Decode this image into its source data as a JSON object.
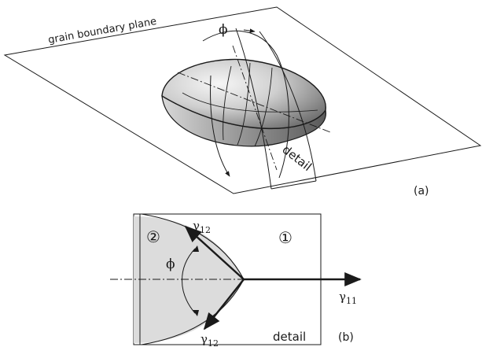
{
  "panel_a": {
    "plane_label": "grain boundary plane",
    "angle_symbol": "ϕ",
    "detail_label": "detail",
    "panel_label": "(a)"
  },
  "panel_b": {
    "grain_2": "②",
    "grain_1": "①",
    "angle_symbol": "ϕ",
    "gamma_12_upper": {
      "symbol": "γ",
      "subscript": "12"
    },
    "gamma_12_lower": {
      "symbol": "γ",
      "subscript": "12"
    },
    "gamma_11": {
      "symbol": "γ",
      "subscript": "11"
    },
    "detail_label": "detail",
    "panel_label": "(b)"
  },
  "colors": {
    "ink": "#1a1a1a",
    "grain_fill": "#dcdcdc",
    "lens_light": "#f4f4f4",
    "lens_dark": "#4a4a4a"
  }
}
